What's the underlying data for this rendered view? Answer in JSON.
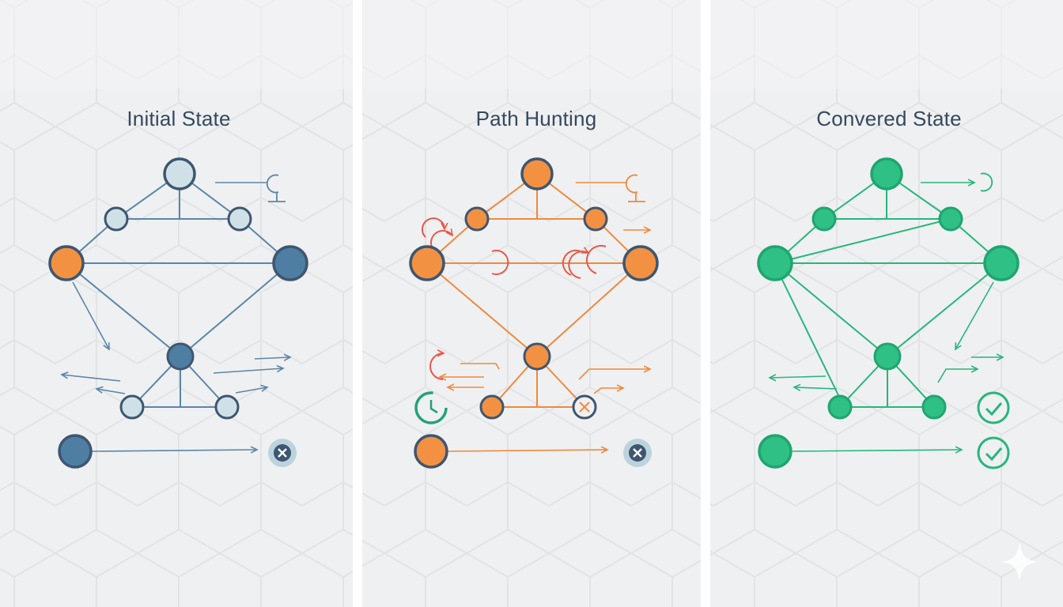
{
  "panels": [
    {
      "title": "Initial State",
      "accent": "#5b86a8",
      "orange": "#f39142",
      "light": "#c9dde4",
      "ring": "#3e5670"
    },
    {
      "title": "Path Hunting",
      "accent": "#f0893e",
      "alert": "#e8584a",
      "timer": "#23a277",
      "ring": "#3e5670"
    },
    {
      "title": "Convered State",
      "accent": "#27b67d",
      "ring": "#1fa56f"
    }
  ],
  "colors": {
    "divider": "#ffffff",
    "panel_bg": "#eff0f1",
    "hex_line": "#e2e3e5",
    "x_badge_bg": "#bcd3de",
    "x_badge_fg": "#3e5670"
  }
}
